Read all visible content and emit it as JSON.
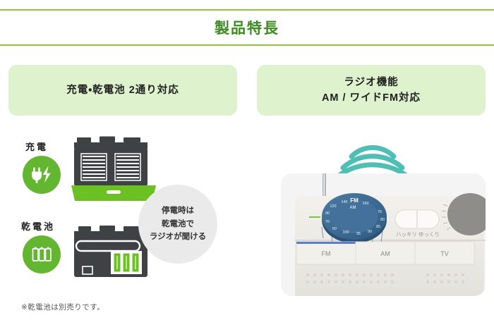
{
  "header": {
    "title": "製品特長"
  },
  "cards": [
    {
      "id": "charge-battery",
      "title": "充電・乾電池 2通り対応",
      "labels": {
        "charge": "充電",
        "battery": "乾電池"
      },
      "bubble": [
        "停電時は",
        "乾電池で",
        "ラジオが聞ける"
      ],
      "icons": {
        "charge": "plug-bolt-icon",
        "battery": "three-batteries-icon"
      }
    },
    {
      "id": "radio-function",
      "title_line1": "ラジオ機能",
      "title_line2": "AM / ワイドFM対応",
      "radio": {
        "band_buttons": [
          "FM",
          "AM",
          "TV"
        ],
        "selected_band": "FM",
        "tone_labels": [
          "ハッキリ",
          "ゆっくり"
        ],
        "dial_labels": [
          "FM",
          "AM"
        ],
        "dial_ticks": [
          "76",
          "80",
          "85",
          "90",
          "95",
          "100",
          "60",
          "70",
          "90",
          "120",
          "140",
          "160"
        ],
        "signal_icon": "radio-waves-icon",
        "antenna_icon": "antenna-icon"
      }
    }
  ],
  "footnote": "※乾電池は別売りです。",
  "colors": {
    "accent_green": "#8CC63F",
    "title_green": "#3E8B22",
    "card_bg": "#DFF2CE",
    "badge_green": "#63B730",
    "device_dark": "#3F4244",
    "charger_green": "#6CC122",
    "wave_teal": "#4FBFB6",
    "dial_blue": "#3E6E96",
    "bubble_gray": "#EAEAEA",
    "photo_bg": "#F4F4F4"
  }
}
